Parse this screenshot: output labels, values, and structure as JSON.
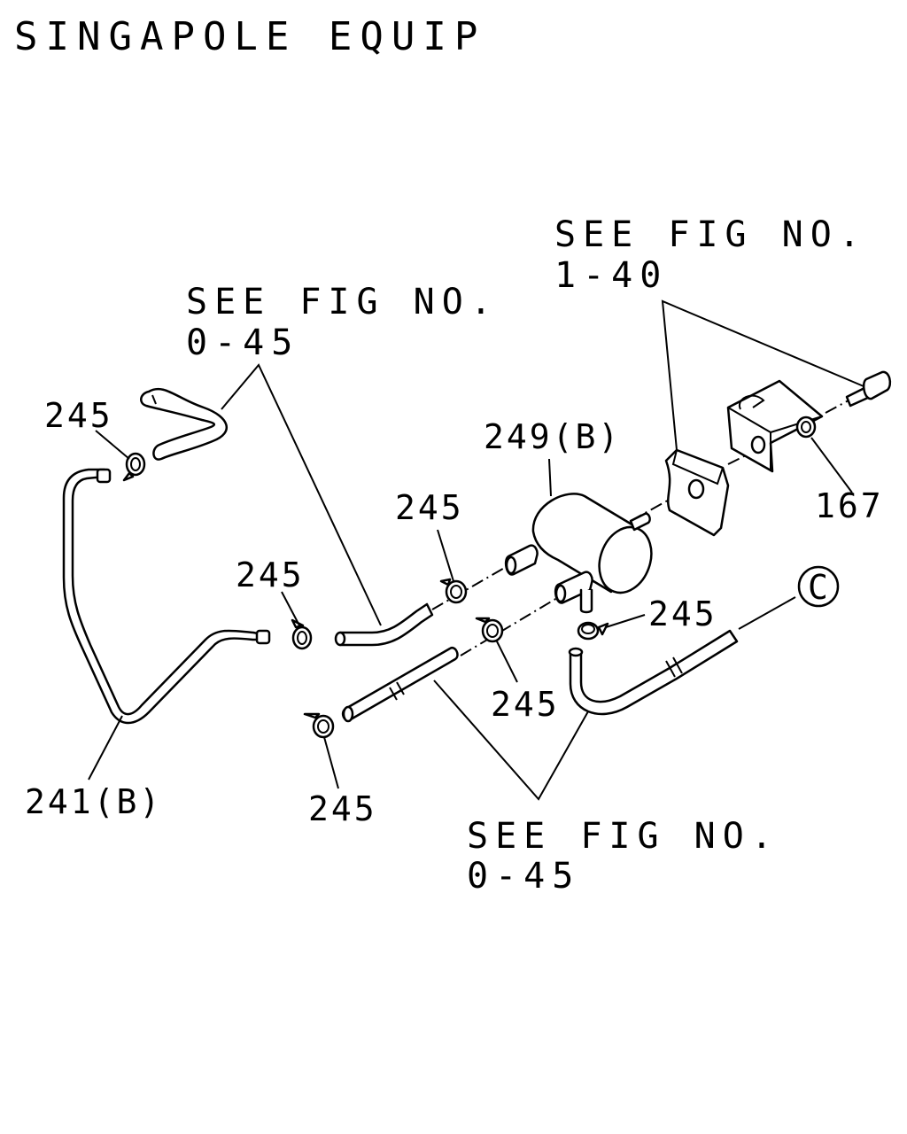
{
  "title": "SINGAPOLE EQUIP",
  "references": [
    {
      "line1": "SEE FIG NO.",
      "line2": "1-40"
    },
    {
      "line1": "SEE FIG NO.",
      "line2": "0-45"
    },
    {
      "line1": "SEE FIG NO.",
      "line2": "0-45"
    }
  ],
  "callouts": {
    "c245_top_left": "245",
    "c249b": "249(B)",
    "c245_mid": "245",
    "c167": "167",
    "c245_left_mid": "245",
    "c245_right": "245",
    "c245_lower_mid": "245",
    "c241b": "241(B)",
    "c245_bottom": "245"
  },
  "connector_marker": "C"
}
